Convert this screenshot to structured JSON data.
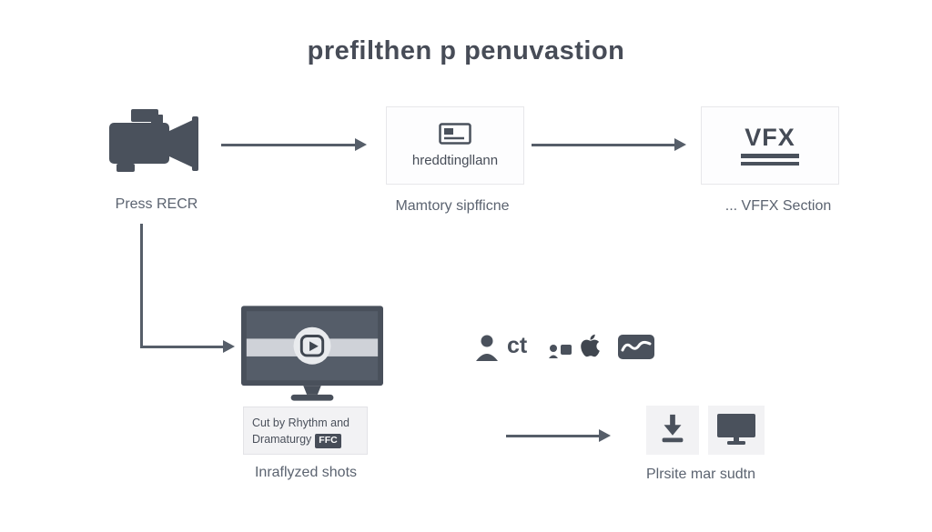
{
  "title": "prefilthen p penuvastion",
  "steps": {
    "record": {
      "label": "Press RECR"
    },
    "editing": {
      "box_text": "hreddtingllann",
      "label": "Mamtory sipfficne"
    },
    "vfx": {
      "box_text": "VFX",
      "label": "... VFFX Section"
    },
    "cut": {
      "caption_line1": "Cut by Rhythm and",
      "caption_line2": "Dramaturgy",
      "badge": "FFC",
      "label": "Inraflyzed shots"
    },
    "delivery": {
      "label": "Plrsite mar sudtn"
    }
  },
  "icons_row": {
    "ct_label": "ct"
  },
  "colors": {
    "icon": "#4a515c",
    "line": "#565e69",
    "label_text": "#5b6370",
    "box_border": "#e7e7ea"
  }
}
